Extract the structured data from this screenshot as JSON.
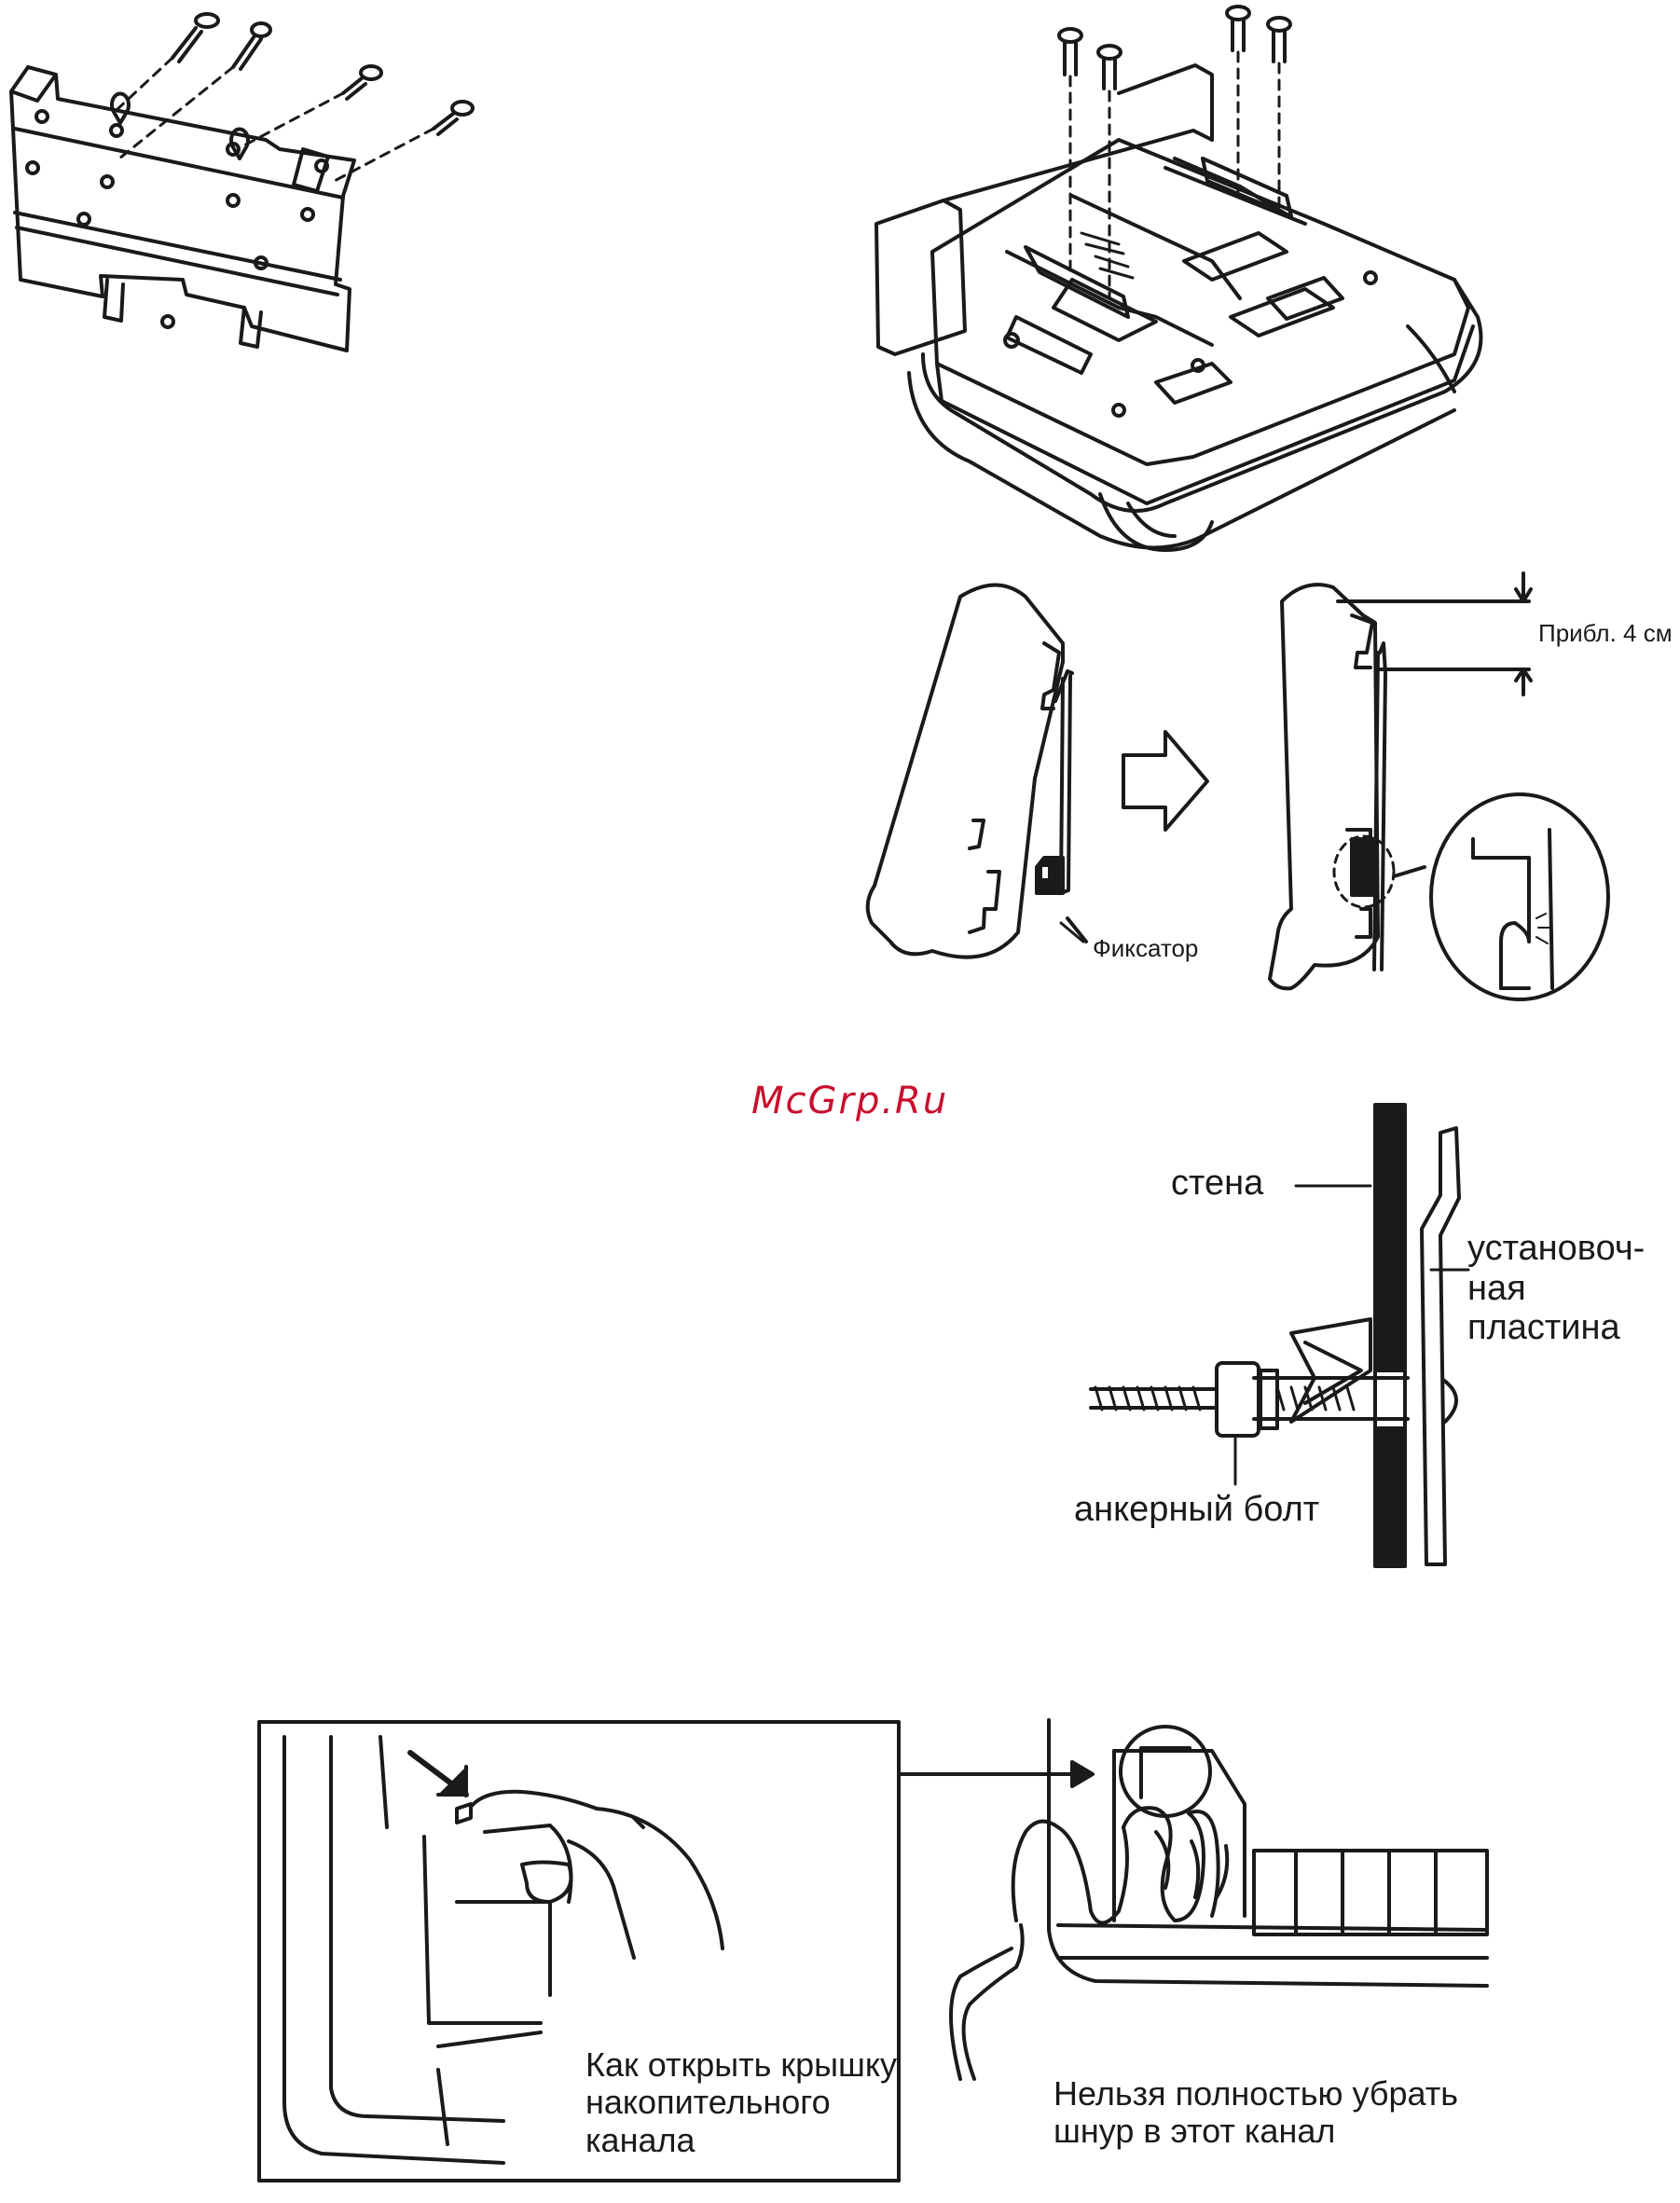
{
  "watermark": "McGrp.Ru",
  "labels": {
    "approx_distance": "Прибл. 4 см",
    "latch": "Фиксатор",
    "wall": "стена",
    "mounting_plate": [
      "установоч-",
      "ная",
      "пластина"
    ],
    "anchor_bolt": "анкерный болт",
    "open_cover": [
      "Как открыть крышку",
      "накопительного",
      "канала"
    ],
    "cord_warning": [
      "Нельзя полностью убрать",
      "шнур в этот канал"
    ]
  },
  "colors": {
    "ink": "#1a1a1a",
    "watermark": "#c8102e",
    "background": "#ffffff"
  }
}
